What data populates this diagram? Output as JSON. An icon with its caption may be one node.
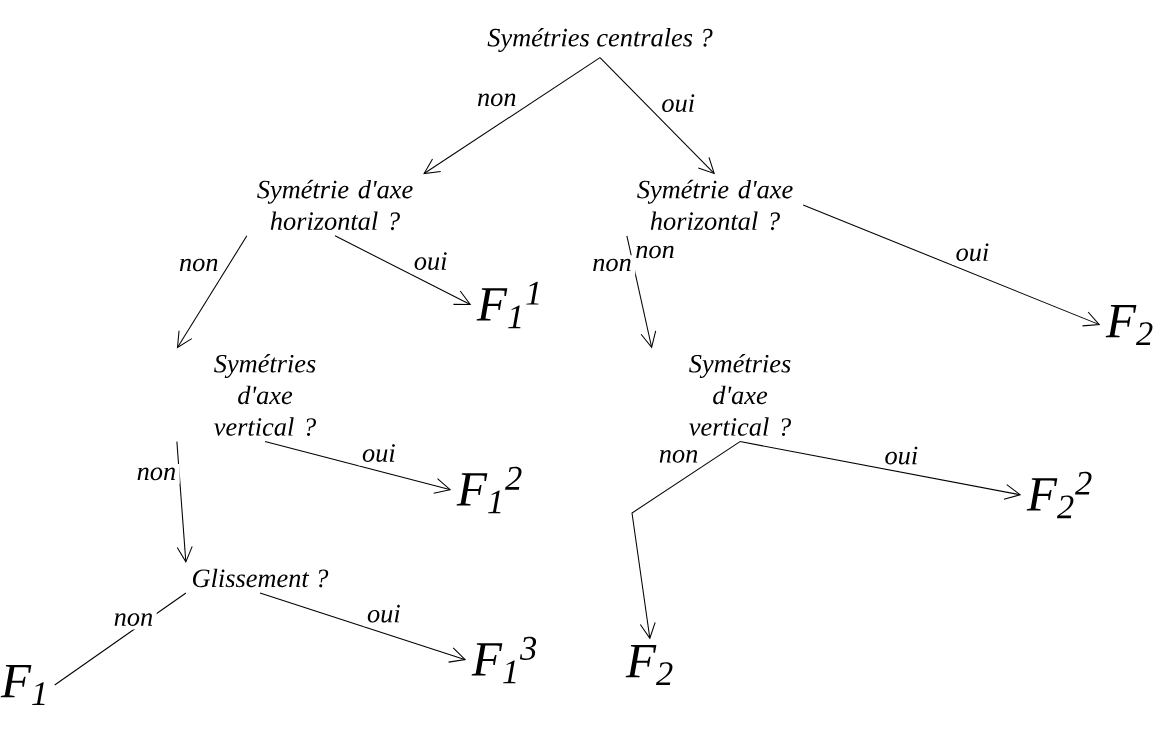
{
  "diagram": {
    "nodes": [
      {
        "text": [
          "Symétries centrales ?"
        ]
      },
      {
        "text": [
          "Symétrie d'axe horizontal ?"
        ]
      },
      {
        "text": [
          "Symétrie d'axe horizontal ?"
        ]
      },
      {
        "text": [
          "F$_{1}$$^{1}$"
        ]
      },
      {
        "text": [
          "F$_{2}$"
        ]
      },
      {
        "text": [
          "Symétries d'axe vertical ?"
        ]
      },
      {
        "text": [
          "Symétries d'axe vertical ?"
        ]
      },
      {
        "text": [
          "F$_{1}$$^{2}$"
        ]
      },
      {
        "text": [
          "F$_{2}$$^{2}$"
        ]
      },
      {
        "text": [
          "Glissement ?"
        ]
      },
      {
        "text": [
          "F$_{2}$"
        ]
      },
      {
        "text": [
          "F$_{1}$"
        ]
      },
      {
        "text": [
          "F$_{1}$$^{3}$"
        ]
      }
    ],
    "edges": [
      {
        "from": 0,
        "to": 1,
        "arrow": "to",
        "label": "non"
      },
      {
        "from": 0,
        "to": 2,
        "arrow": "to",
        "label": "oui"
      },
      {
        "from": 1,
        "to": 5,
        "arrow": "to",
        "label": "non"
      },
      {
        "from": 1,
        "to": 3,
        "arrow": "to",
        "label": "oui"
      },
      {
        "from": 2,
        "to": 6,
        "arrow": "to",
        "label": "non"
      },
      {
        "from": 2,
        "to": 4,
        "arrow": "to",
        "label": "oui"
      },
      {
        "from": 5,
        "to": 9,
        "arrow": "to",
        "label": "non"
      },
      {
        "from": 5,
        "to": 7,
        "arrow": "to",
        "label": "oui"
      },
      {
        "from": 6,
        "to": 10,
        "arrow": "to",
        "label": "non"
      },
      {
        "from": 6,
        "to": 8,
        "arrow": "to",
        "label": "oui"
      },
      {
        "from": 9,
        "to": 11,
        "arrow": "none",
        "label": "non"
      },
      {
        "from": 9,
        "to": 12,
        "arrow": "to",
        "label": "oui"
      }
    ],
    "labels": [
      "non"
    ]
  }
}
